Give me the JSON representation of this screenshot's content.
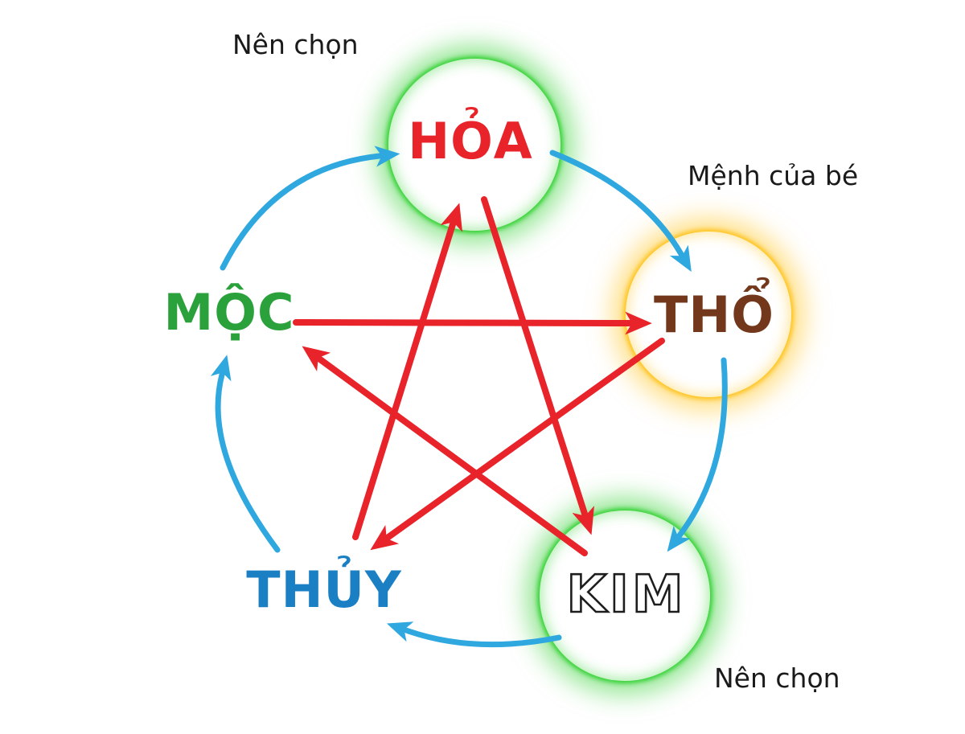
{
  "annotations": {
    "top": "Nên chọn",
    "right": "Mệnh của bé",
    "bottom_right": "Nên chọn"
  },
  "elements": {
    "hoa": {
      "label": "HỎA",
      "text_color": "#E8232A",
      "glow_color": "#2CD02C"
    },
    "tho": {
      "label": "THỔ",
      "text_color": "#73381C",
      "glow_color": "#FFC113"
    },
    "kim": {
      "label": "KIM",
      "text_color": "#FFFFFF",
      "outline_color": "#1D1D1D",
      "glow_color": "#2CD02C"
    },
    "thuy": {
      "label": "THỦY",
      "text_color": "#1B7FC4"
    },
    "moc": {
      "label": "MỘC",
      "text_color": "#2BA13C"
    }
  },
  "colors": {
    "generating_arrow": "#2FA8E0",
    "overcoming_arrow": "#E8232A",
    "annotation_text": "#1A1A1A",
    "background": "#FFFFFF"
  },
  "cycles": {
    "generating": [
      {
        "from": "moc",
        "to": "hoa"
      },
      {
        "from": "hoa",
        "to": "tho"
      },
      {
        "from": "tho",
        "to": "kim"
      },
      {
        "from": "kim",
        "to": "thuy"
      },
      {
        "from": "thuy",
        "to": "moc"
      }
    ],
    "overcoming": [
      {
        "from": "moc",
        "to": "tho"
      },
      {
        "from": "tho",
        "to": "thuy"
      },
      {
        "from": "thuy",
        "to": "hoa"
      },
      {
        "from": "hoa",
        "to": "kim"
      },
      {
        "from": "kim",
        "to": "moc"
      }
    ]
  }
}
